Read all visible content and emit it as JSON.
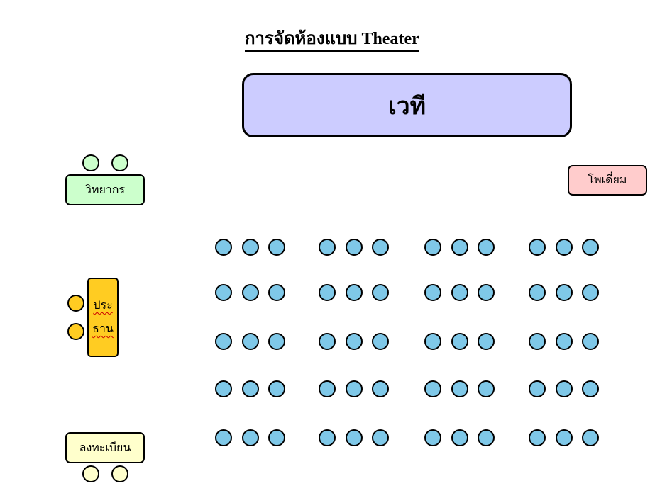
{
  "title": "การจัดห้องแบบ Theater",
  "stage": {
    "label": "เวที"
  },
  "speaker_table": {
    "label": "วิทยากร",
    "seats": 2
  },
  "podium": {
    "label": "โพเดี่ยม"
  },
  "chairman_table": {
    "label_line1": "ประ",
    "label_line2": "ธาน",
    "seats": 2
  },
  "registration_table": {
    "label": "ลงทะเบียน",
    "seats": 2
  },
  "audience": {
    "rows": 5,
    "groups_per_row": 4,
    "seats_per_group": 3
  },
  "colors": {
    "stage": "#ccccff",
    "speaker": "#ccffcc",
    "podium": "#ffcccc",
    "chairman": "#ffcc22",
    "registration": "#ffffcc",
    "audience_seat": "#7fc8e8"
  }
}
